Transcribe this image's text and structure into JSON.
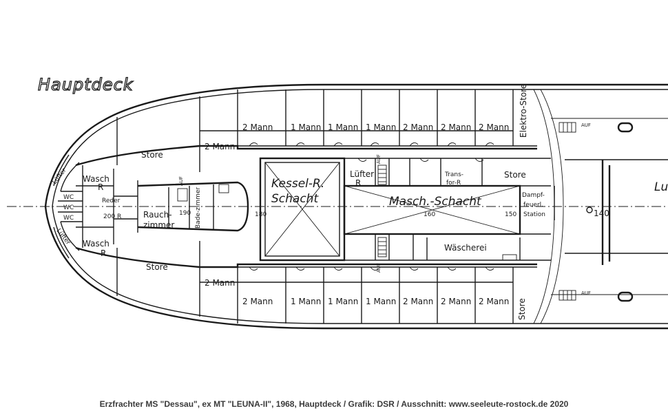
{
  "title": "Hauptdeck",
  "caption": "Erzfrachter MS \"Dessau\", ex MT \"LEUNA-II\", 1968, Hauptdeck / Grafik: DSR / Ausschnitt: www.seeleute-rostock.de 2020",
  "rooms": {
    "zwei_mann": "2 Mann",
    "ein_mann": "1 Mann",
    "store": "Store",
    "elektro_store": "Elektro-Store",
    "wasch": "Wasch",
    "r": "R",
    "wc": "WC",
    "luefter": "Lüfter",
    "reder": "Reder",
    "r200": "200 R",
    "rauchzimmer_1": "Rauch-",
    "rauchzimmer_2": "zimmer",
    "badezimmer": "Bade-zimmer",
    "kessel_1": "Kessel-R.",
    "kessel_2": "Schacht",
    "lufter_r": "Lüfter",
    "trans_1": "Trans-",
    "trans_2": "for-R",
    "dampf_1": "Dampf-",
    "dampf_2": "feuerl.",
    "dampf_3": "Station",
    "masch": "Masch.-Schacht",
    "waescherei": "Wäscherei",
    "lu": "Lu",
    "auf": "AUF"
  },
  "frames": {
    "f190": "190",
    "f180": "180",
    "f160": "160",
    "f150": "150",
    "f140": "140"
  }
}
